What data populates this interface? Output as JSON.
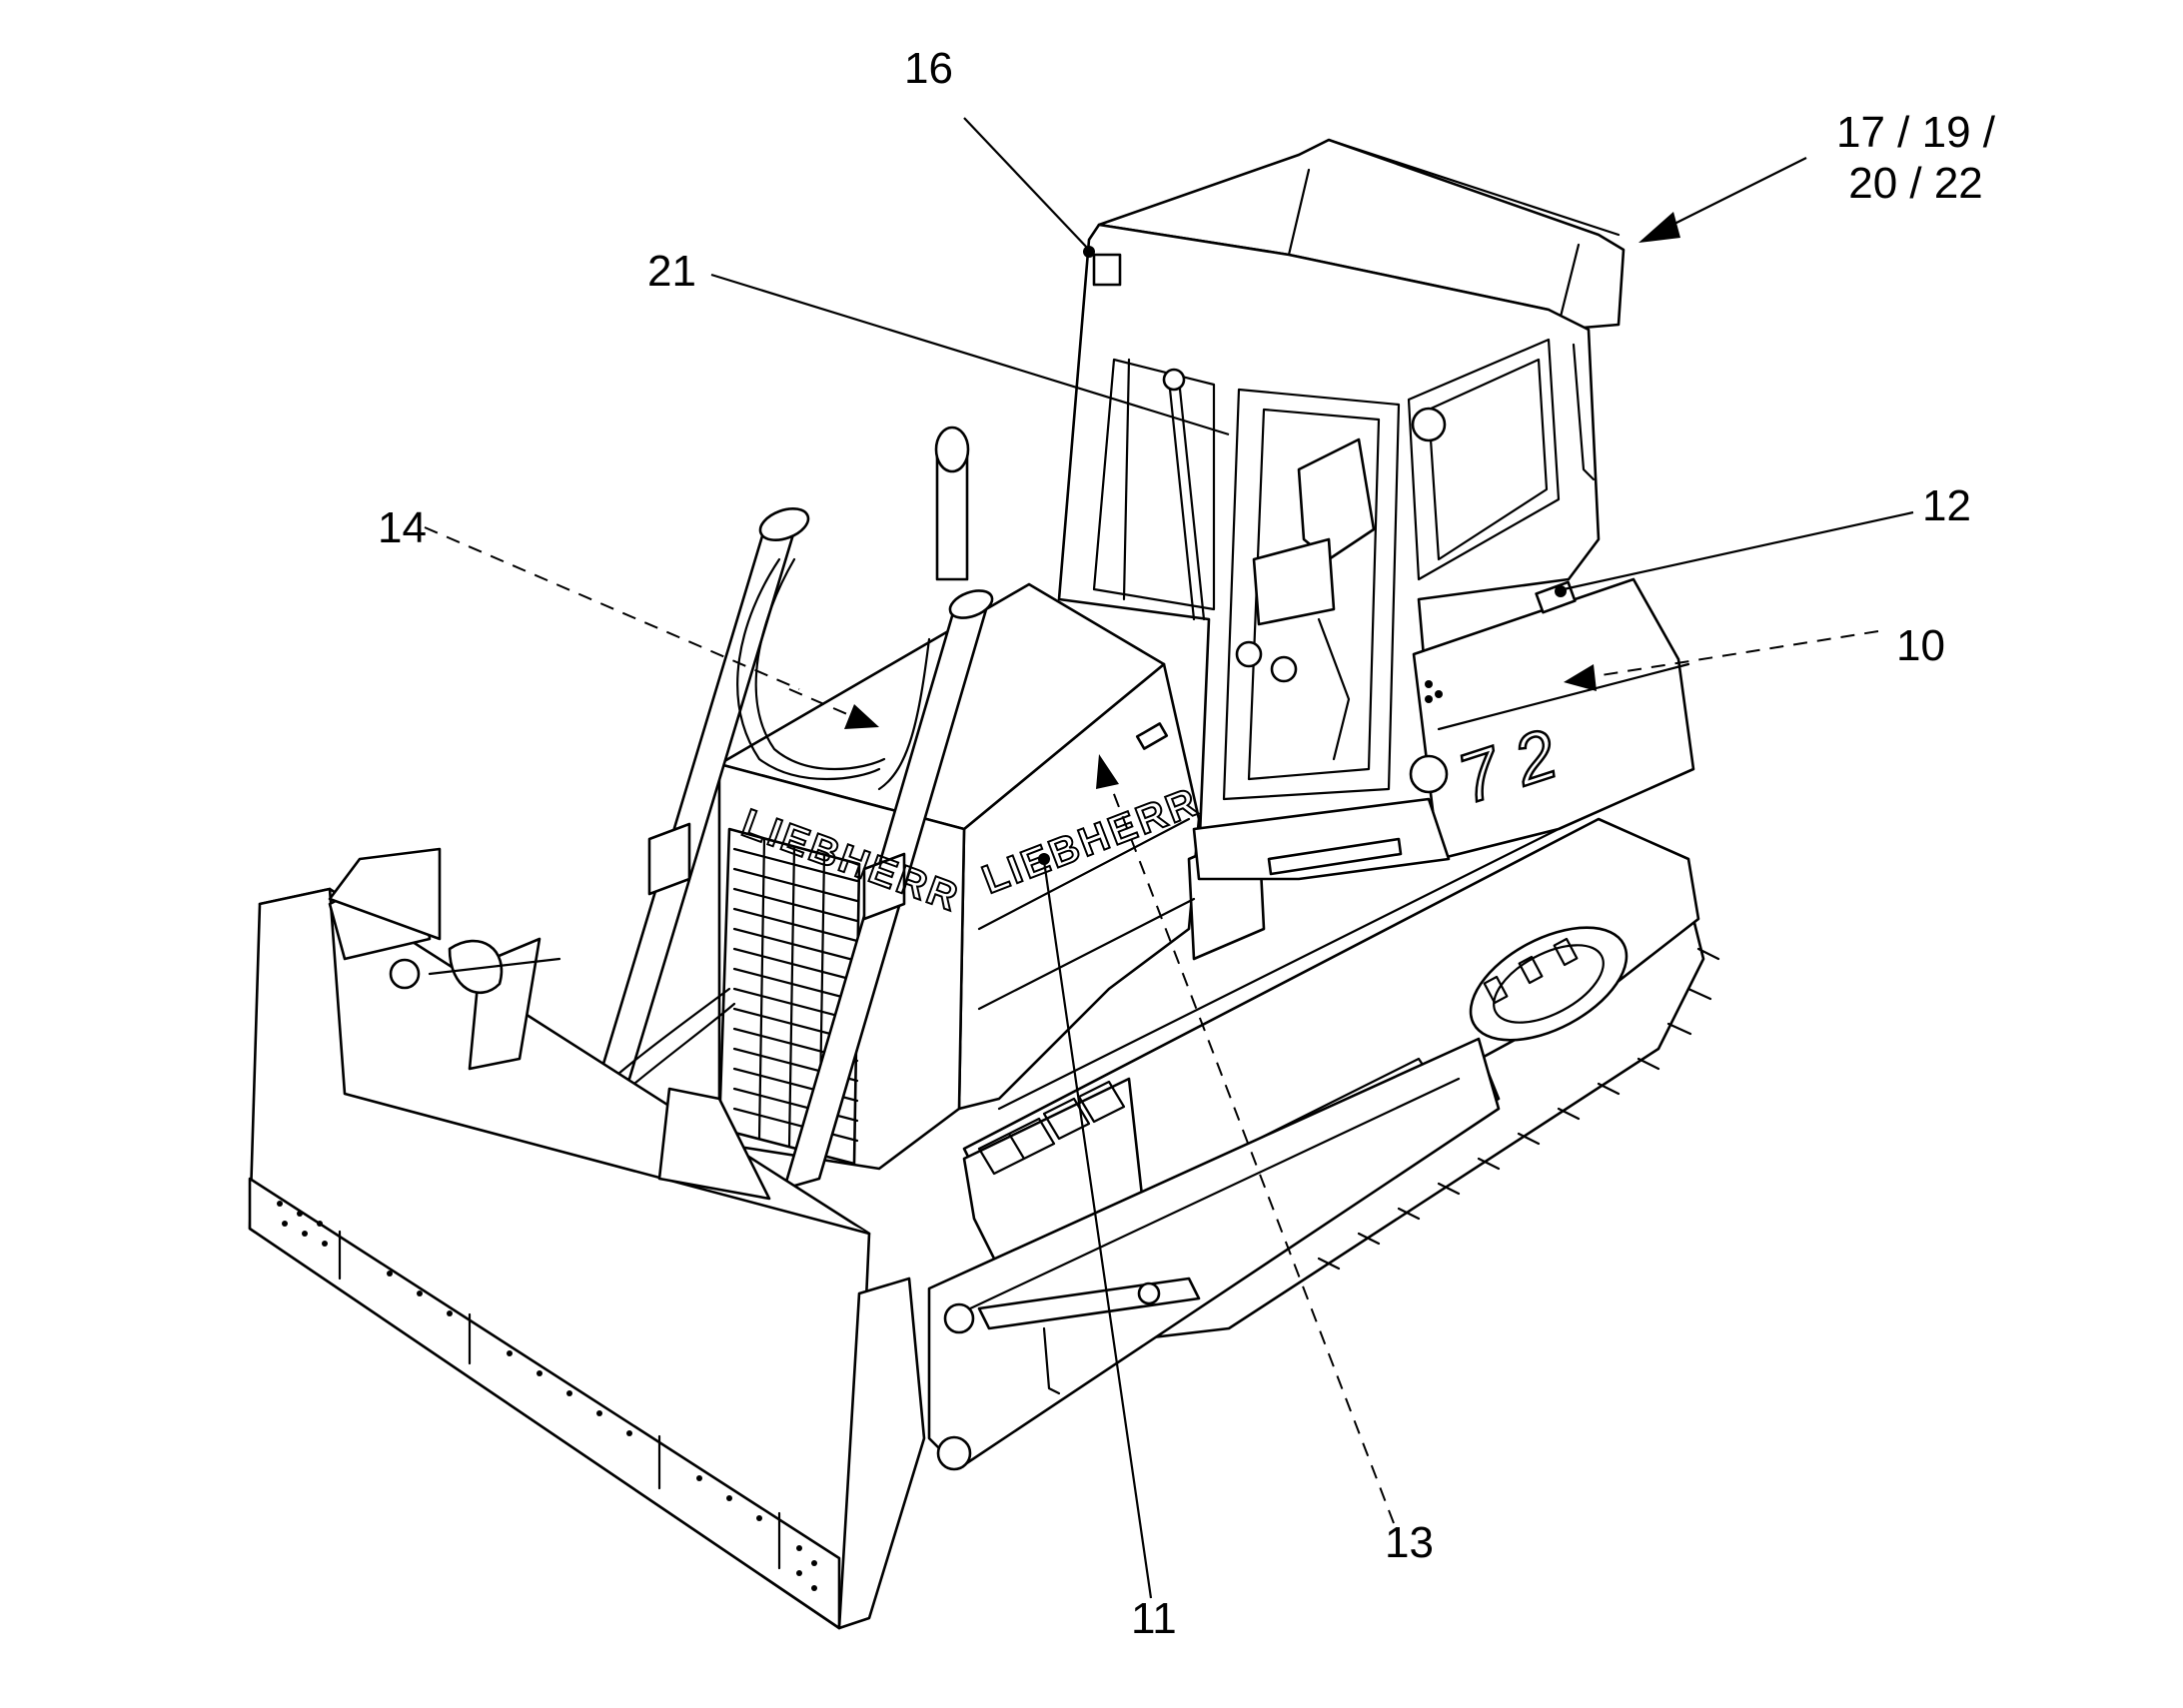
{
  "callouts": [
    {
      "id": "16",
      "text": "16"
    },
    {
      "id": "17-19-20-22",
      "lines": [
        "17 / 19 /",
        "20 / 22"
      ]
    },
    {
      "id": "21",
      "text": "21"
    },
    {
      "id": "14",
      "text": "14"
    },
    {
      "id": "12",
      "text": "12"
    },
    {
      "id": "10",
      "text": "10"
    },
    {
      "id": "13",
      "text": "13"
    },
    {
      "id": "11",
      "text": "11"
    }
  ],
  "decals": {
    "brand_radiator": "LIEBHERR",
    "brand_side": "LIEBHERR",
    "model": "7 2"
  }
}
